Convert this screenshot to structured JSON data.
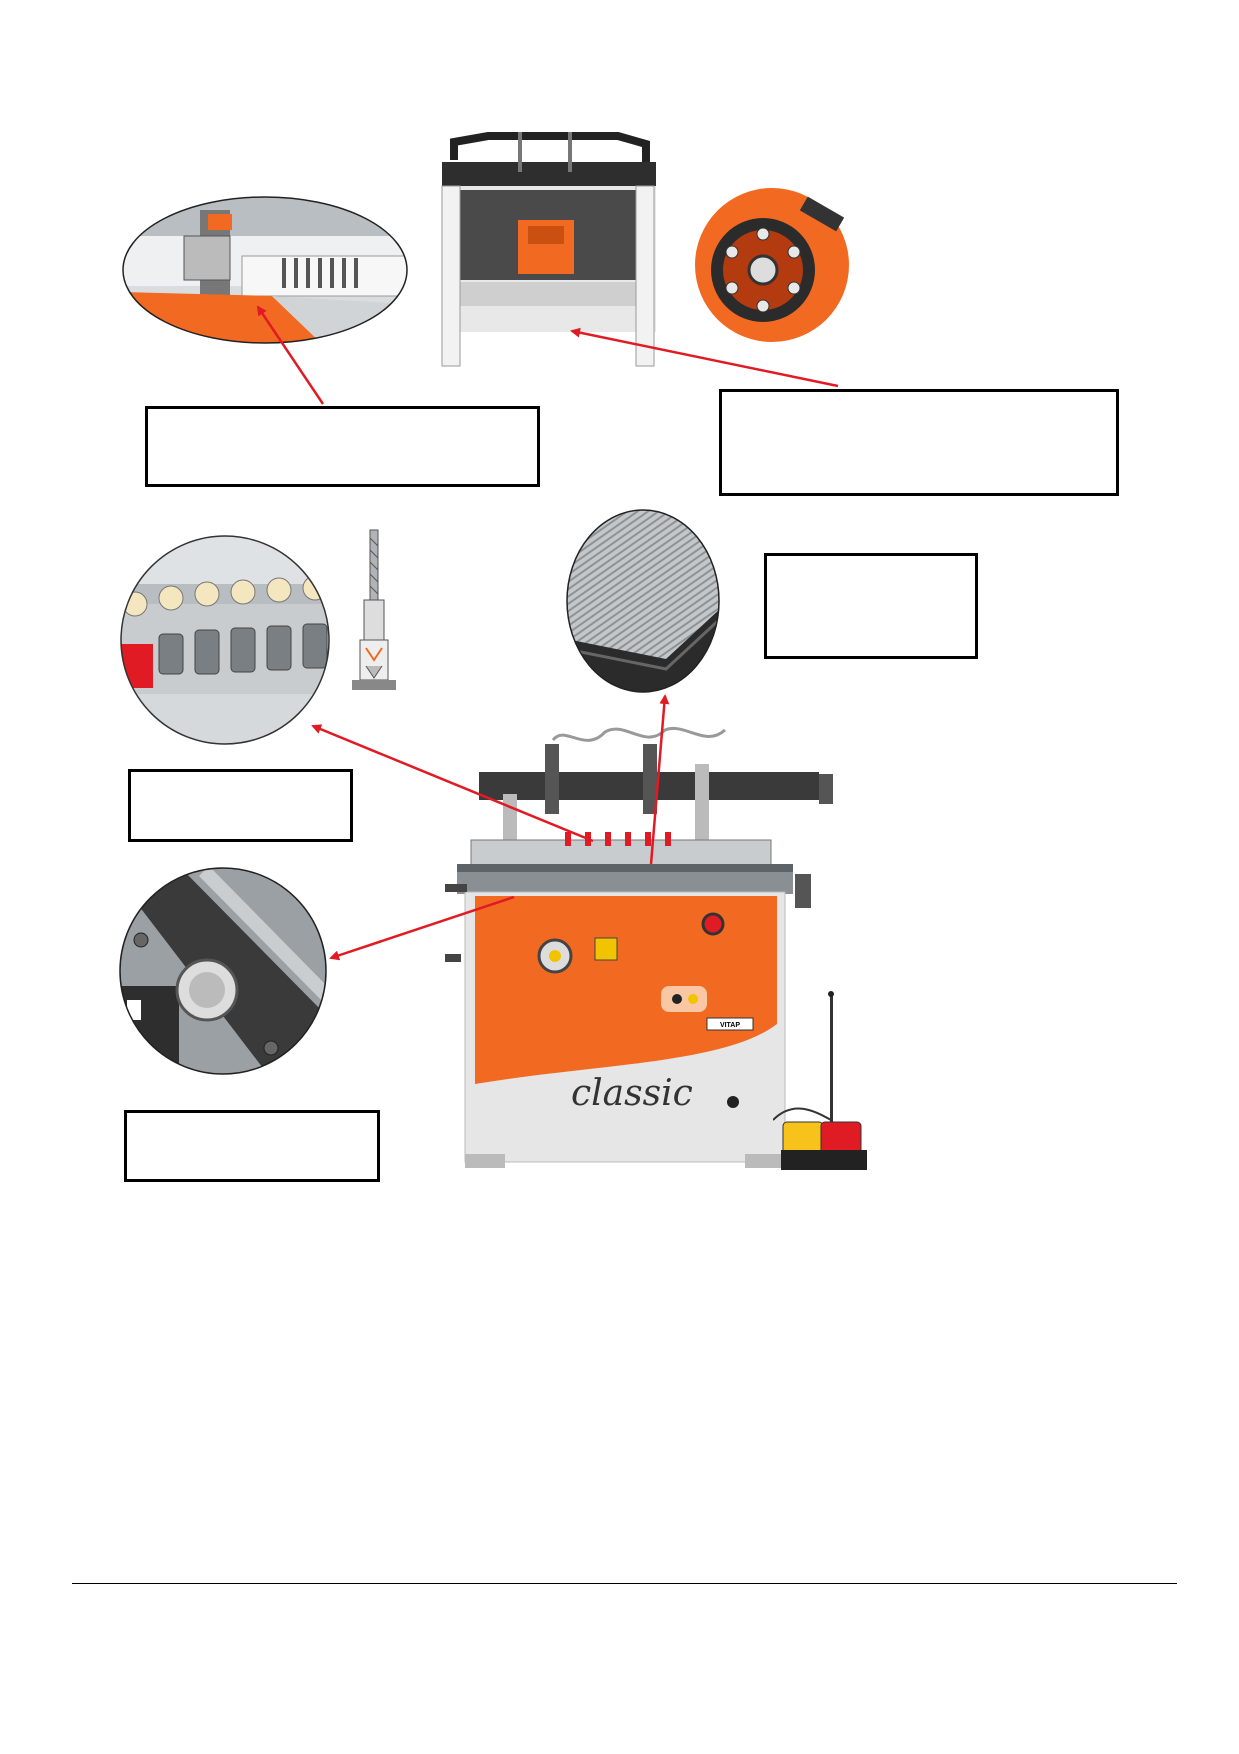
{
  "document": {
    "machine_model_logo": "classic",
    "control_panel_badge": "VITAP"
  },
  "callouts": [
    {
      "id": "spindle-detail-label",
      "text": ""
    },
    {
      "id": "motor-detail-label",
      "text": ""
    },
    {
      "id": "table-surface-label",
      "text": ""
    },
    {
      "id": "drill-chucks-label",
      "text": ""
    },
    {
      "id": "fence-adjust-label",
      "text": ""
    }
  ],
  "colors": {
    "arrow": "#e01b24",
    "machine_orange": "#f26a21",
    "frame_light": "#e6e6e6",
    "frame_dark": "#3a3a3a"
  }
}
